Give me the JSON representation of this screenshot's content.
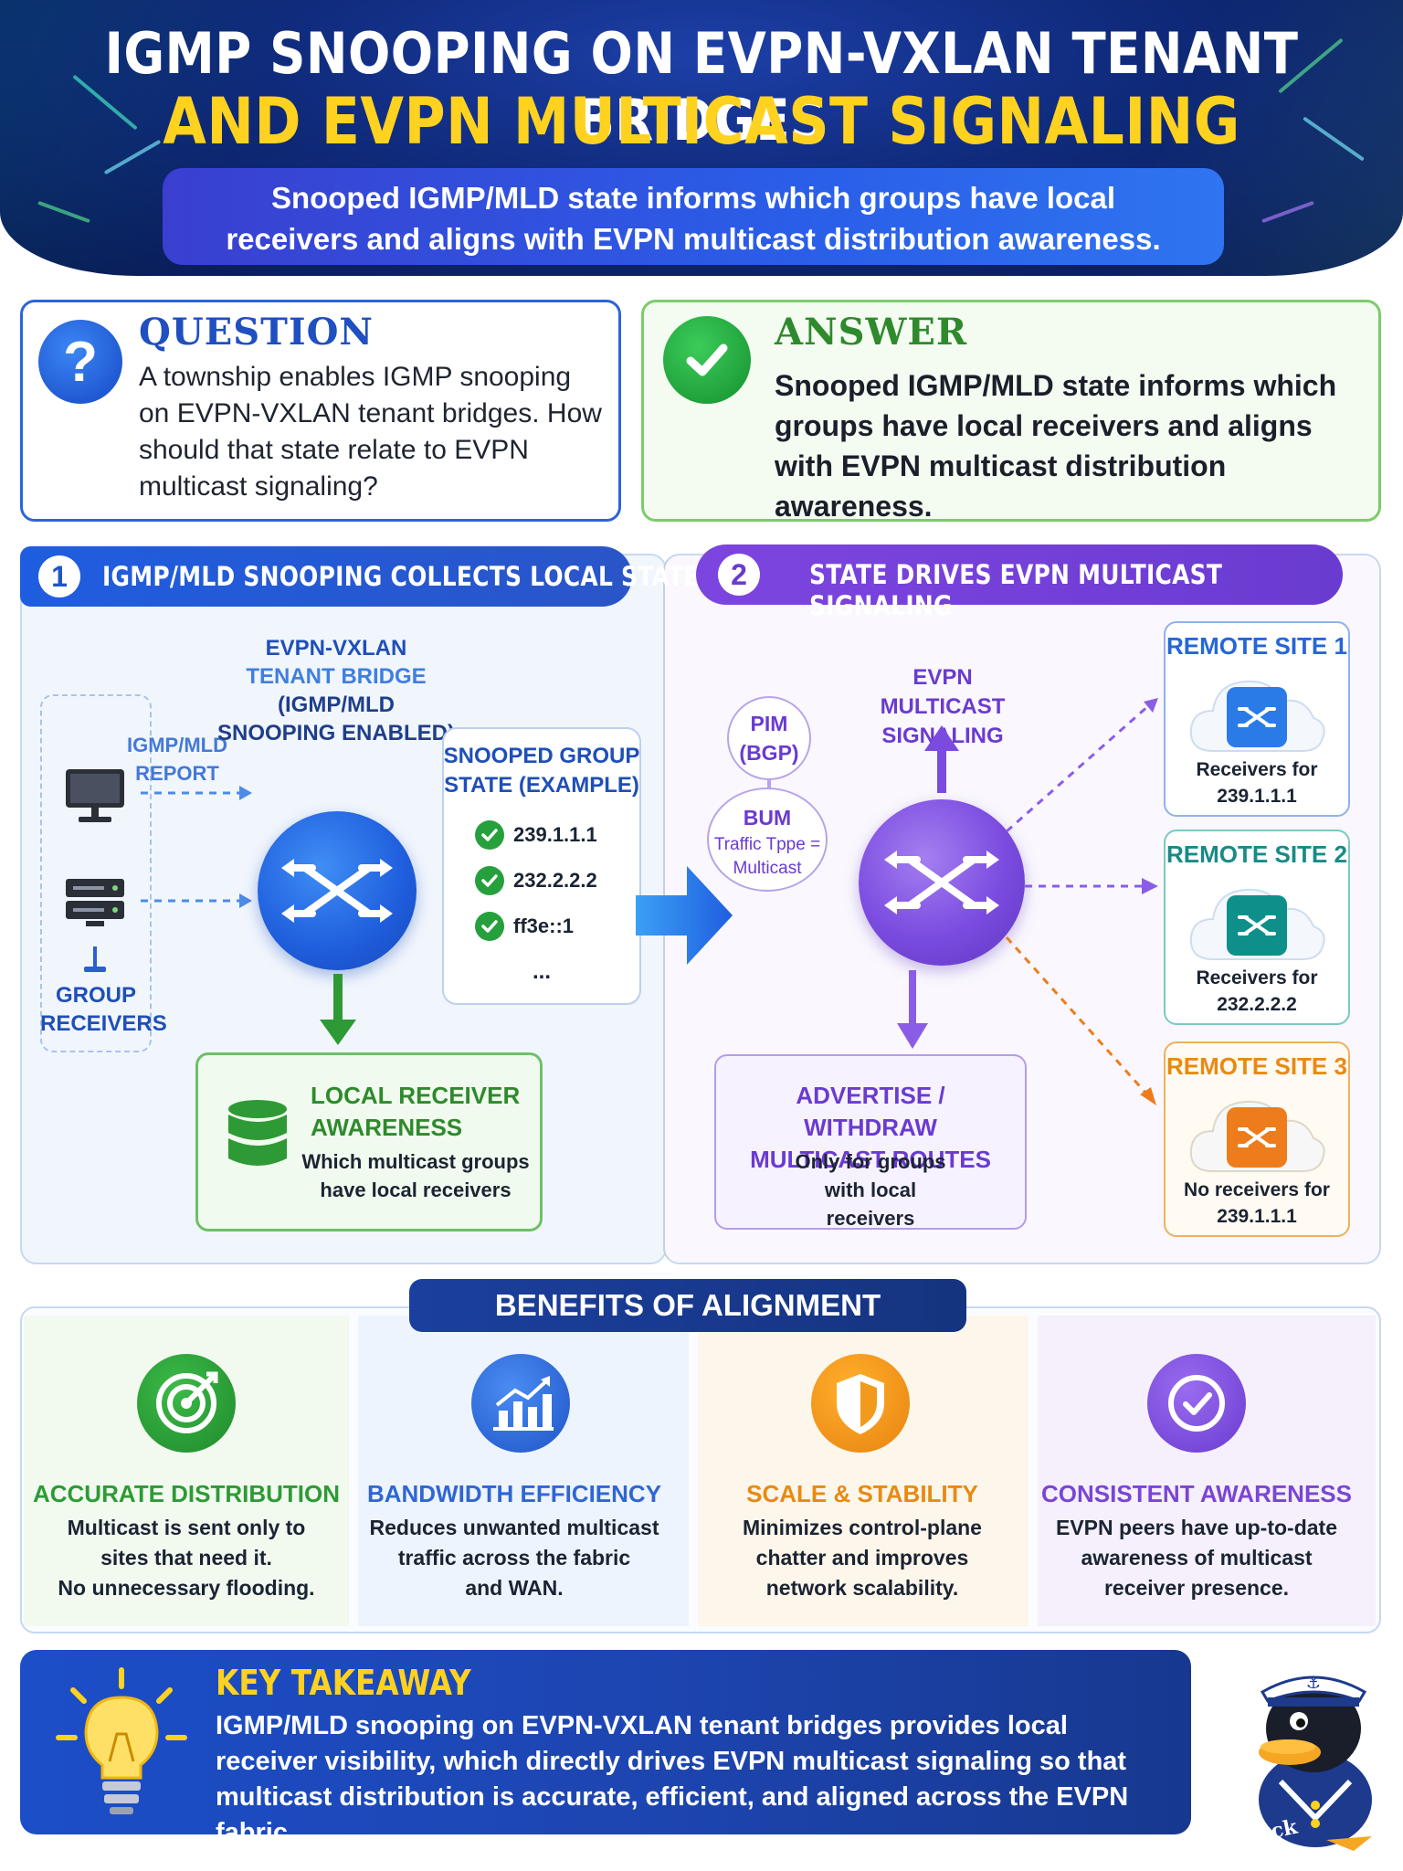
{
  "header": {
    "title_line1": "IGMP SNOOPING ON EVPN-VXLAN TENANT BRIDGES",
    "title_line2": "AND EVPN MULTICAST SIGNALING",
    "subtitle": "Snooped IGMP/MLD state informs which groups have local receivers and aligns with EVPN multicast distribution awareness."
  },
  "question": {
    "label": "QUESTION",
    "text": "A township enables IGMP snooping on EVPN-VXLAN tenant bridges. How should that state relate to EVPN multicast signaling?"
  },
  "answer": {
    "label": "ANSWER",
    "text": "Snooped IGMP/MLD state informs which groups have local receivers and aligns with EVPN multicast distribution awareness."
  },
  "panel1": {
    "number": "1",
    "title": "IGMP/MLD SNOOPING COLLECTS LOCAL STATE",
    "bridge_line1": "EVPN-VXLAN",
    "bridge_line2": "TENANT BRIDGE",
    "bridge_line3": "(IGMP/MLD",
    "bridge_line4": "SNOOPING ENABLED)",
    "report_label": "IGMP/MLD REPORT",
    "receivers_label": "GROUP RECEIVERS",
    "snooped_title": "SNOOPED GROUP STATE (EXAMPLE)",
    "groups": [
      "239.1.1.1",
      "232.2.2.2",
      "ff3e::1"
    ],
    "groups_more": "...",
    "local_title": "LOCAL RECEIVER AWARENESS",
    "local_desc": "Which multicast groups have local receivers"
  },
  "panel2": {
    "number": "2",
    "title": "STATE DRIVES EVPN MULTICAST SIGNALING",
    "pim_label": "PIM (BGP)",
    "bum_label": "BUM",
    "bum_sub": "Traffic Tppe = Multicast",
    "signaling_label": "EVPN MULTICAST SIGNALING",
    "adv_title": "ADVERTISE / WITHDRAW MULTICAST ROUTES",
    "adv_desc": "Only for groups with local receivers",
    "sites": [
      {
        "title": "REMOTE SITE 1",
        "desc_line1": "Receivers for",
        "desc_line2": "239.1.1.1",
        "color": "#2566d8",
        "icon_color": "#2a7be8"
      },
      {
        "title": "REMOTE SITE 2",
        "desc_line1": "Receivers for",
        "desc_line2": "232.2.2.2",
        "color": "#198a86",
        "icon_color": "#0f8f8a"
      },
      {
        "title": "REMOTE SITE 3",
        "desc_line1": "No receivers for",
        "desc_line2": "239.1.1.1",
        "color": "#e88a12",
        "icon_color": "#ee7c1c"
      }
    ]
  },
  "benefits": {
    "title": "BENEFITS OF ALIGNMENT",
    "items": [
      {
        "title": "ACCURATE DISTRIBUTION",
        "desc": [
          "Multicast is sent only to",
          "sites that need it.",
          "No unnecessary flooding."
        ],
        "color": "#2e9a35",
        "icon": "target-icon"
      },
      {
        "title": "BANDWIDTH EFFICIENCY",
        "desc": [
          "Reduces unwanted multicast",
          "traffic across the fabric",
          "and WAN."
        ],
        "color": "#2f66d4",
        "icon": "chart-icon"
      },
      {
        "title": "SCALE & STABILITY",
        "desc": [
          "Minimizes control-plane",
          "chatter and improves",
          "network scalability."
        ],
        "color": "#e88a12",
        "icon": "shield-icon"
      },
      {
        "title": "CONSISTENT AWARENESS",
        "desc": [
          "EVPN peers have up-to-date",
          "awareness of multicast",
          "receiver presence."
        ],
        "color": "#7a45d6",
        "icon": "check-icon"
      }
    ]
  },
  "takeaway": {
    "title": "KEY TAKEAWAY",
    "text": "IGMP/MLD snooping on EVPN-VXLAN tenant bridges provides local receiver visibility, which directly drives EVPN multicast signaling so that multicast distribution is accurate, efficient, and aligned across the EVPN fabric.",
    "mascot_tag": "Navy Duck"
  }
}
